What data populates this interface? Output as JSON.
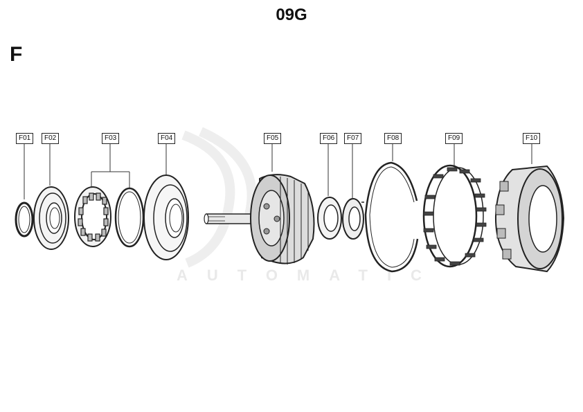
{
  "title": "09G",
  "section": "F",
  "watermark": "AUTOMATIC",
  "parts": [
    {
      "id": "F01"
    },
    {
      "id": "F02"
    },
    {
      "id": "F03"
    },
    {
      "id": "F04"
    },
    {
      "id": "F05"
    },
    {
      "id": "F06"
    },
    {
      "id": "F07"
    },
    {
      "id": "F08"
    },
    {
      "id": "F09"
    },
    {
      "id": "F10"
    }
  ]
}
